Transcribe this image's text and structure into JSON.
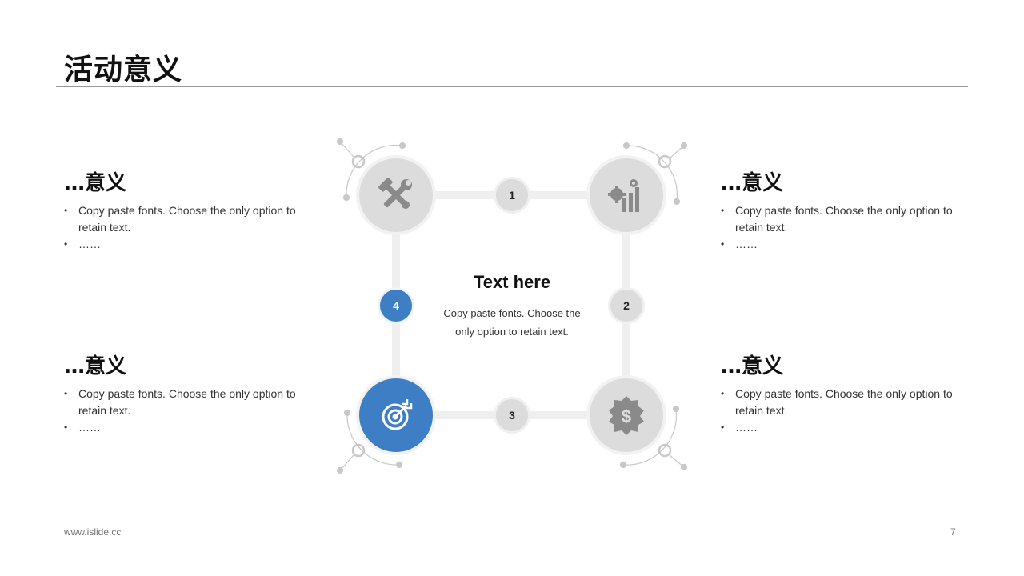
{
  "title": "活动意义",
  "center": {
    "title": "Text here",
    "body": "Copy paste fonts. Choose the only option to retain text."
  },
  "steps": [
    "1",
    "2",
    "3",
    "4"
  ],
  "blocks": {
    "top_left": {
      "heading": "…意义",
      "bullets": [
        "Copy paste fonts. Choose the only option to retain text.",
        "……"
      ]
    },
    "top_right": {
      "heading": "…意义",
      "bullets": [
        "Copy paste fonts. Choose the only option to retain text.",
        "……"
      ]
    },
    "bottom_left": {
      "heading": "…意义",
      "bullets": [
        "Copy paste fonts. Choose the only option to retain text.",
        "……"
      ]
    },
    "bottom_right": {
      "heading": "…意义",
      "bullets": [
        "Copy paste fonts. Choose the only option to retain text.",
        "……"
      ]
    }
  },
  "icons": {
    "top_left": "tools-icon",
    "top_right": "gear-chart-icon",
    "bottom_left": "target-icon",
    "bottom_right": "dollar-badge-icon"
  },
  "colors": {
    "accent": "#3d7ec4",
    "node": "#dcdcdc",
    "icon": "#8a8a8a",
    "line": "#efefef"
  },
  "footer": {
    "url": "www.islide.cc",
    "page": "7"
  }
}
